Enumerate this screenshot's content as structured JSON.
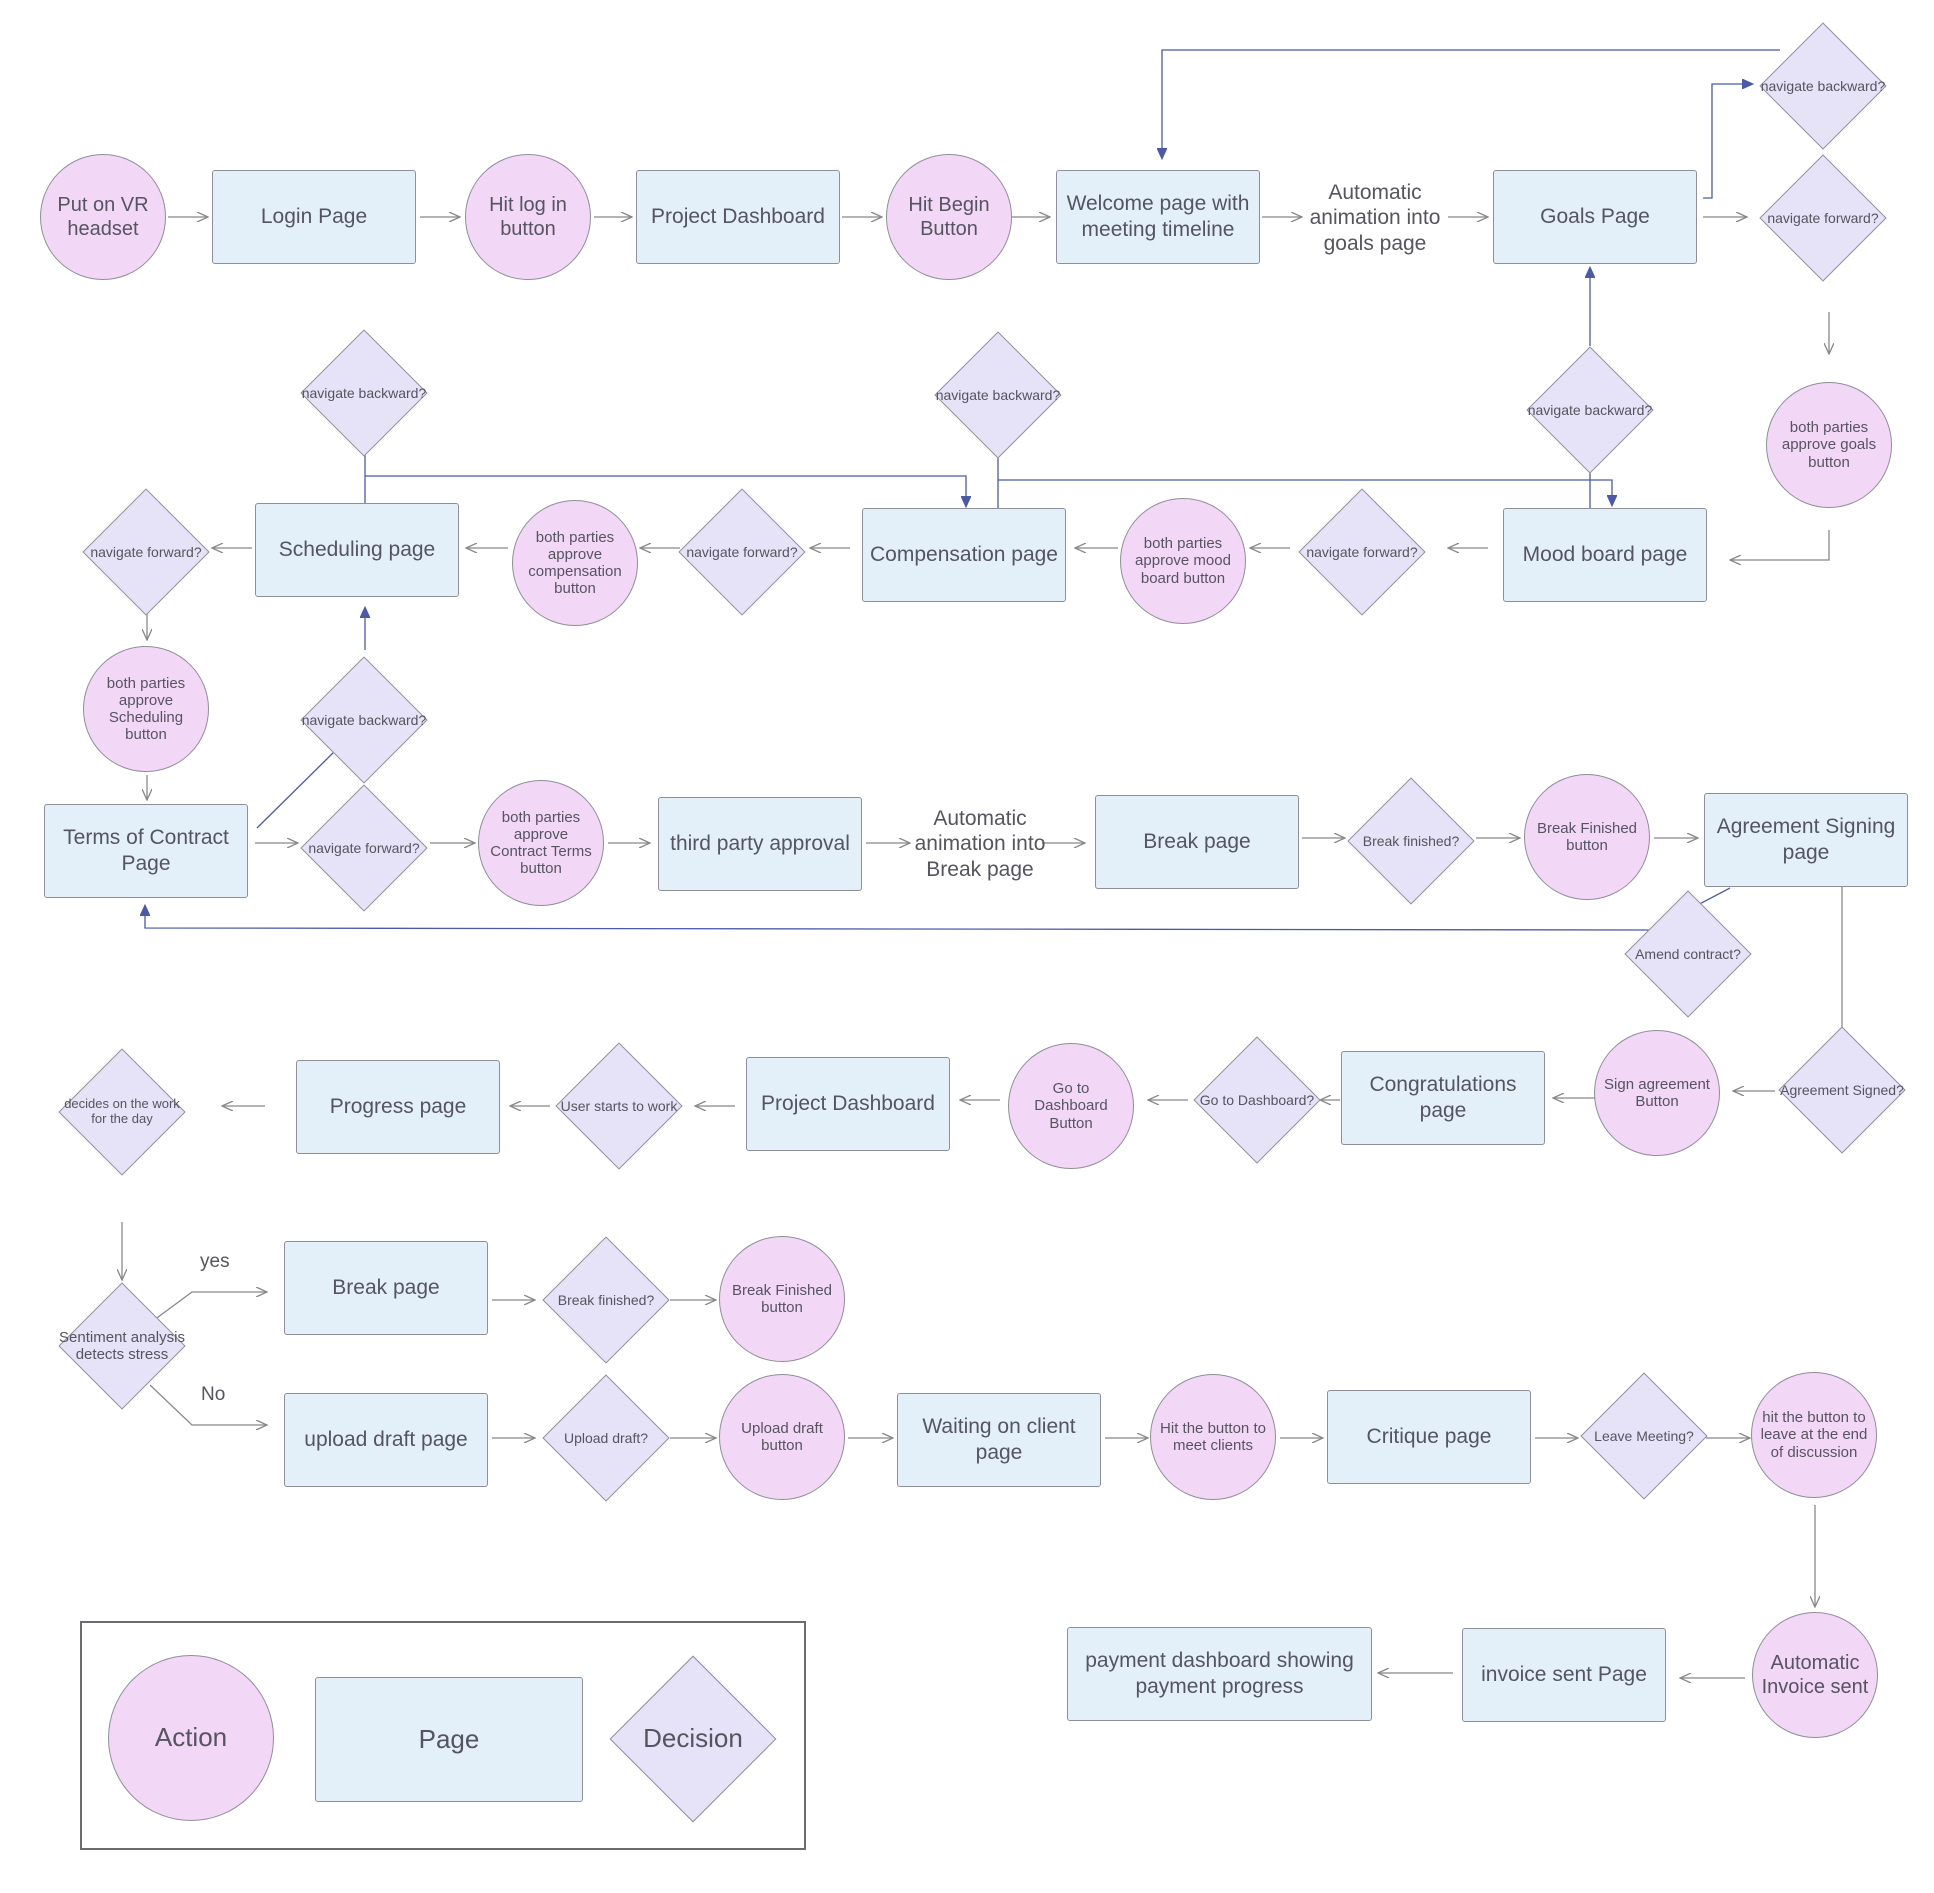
{
  "nodes": {
    "n1": "Put on VR headset",
    "n2": "Login Page",
    "n3": "Hit log in button",
    "n4": "Project Dashboard",
    "n5": "Hit Begin Button",
    "n6": "Welcome page with meeting timeline",
    "n7": "Automatic animation into goals page",
    "n8": "Goals Page",
    "n9": "navigate backward?",
    "n10": "navigate forward?",
    "n11": "both parties approve goals button",
    "n12": "Mood board page",
    "n13": "navigate backward?",
    "n14": "navigate forward?",
    "n15": "both parties approve mood board button",
    "n16": "Compensation page",
    "n17": "navigate backward?",
    "n18": "navigate forward?",
    "n19": "both parties approve compensation button",
    "n20": "Scheduling page",
    "n21": "navigate backward?",
    "n22": "navigate forward?",
    "n23": "both parties approve Scheduling button",
    "n24": "Terms of Contract Page",
    "n25": "navigate backward?",
    "n26": "navigate forward?",
    "n27": "both parties approve Contract Terms button",
    "n28": "third party approval",
    "n29": "Automatic animation into Break page",
    "n30": "Break page",
    "n31": "Break finished?",
    "n32": "Break Finished button",
    "n33": "Agreement Signing page",
    "n34": "Amend contract?",
    "n35": "Agreement Signed?",
    "n36": "Sign agreement Button",
    "n37": "Congratulations page",
    "n38": "Go to Dashboard?",
    "n39": "Go to Dashboard Button",
    "n40": "Project Dashboard",
    "n41": "User starts to work",
    "n42": "Progress page",
    "n43": "decides on the work for the day",
    "n44": "Sentiment analysis detects stress",
    "n45": "Break page",
    "n46": "Break finished?",
    "n47": "Break Finished button",
    "n48": "upload draft page",
    "n49": "Upload draft?",
    "n50": "Upload draft button",
    "n51": "Waiting on client page",
    "n52": "Hit the button to meet clients",
    "n53": "Critique page",
    "n54": "Leave Meeting?",
    "n55": "hit the button to leave at the end of discussion",
    "n56": "Automatic Invoice sent",
    "n57": "invoice sent Page",
    "n58": "payment dashboard showing payment progress"
  },
  "edge_labels": {
    "yes": "yes",
    "no": "No"
  },
  "legend": {
    "action": "Action",
    "page": "Page",
    "decision": "Decision"
  },
  "colors": {
    "page_fill": "#e3f0fa",
    "action_fill": "#f3d7f6",
    "decision_fill": "#e6e2f7",
    "connector_gray": "#888888",
    "connector_blue": "#4a5aa8"
  }
}
